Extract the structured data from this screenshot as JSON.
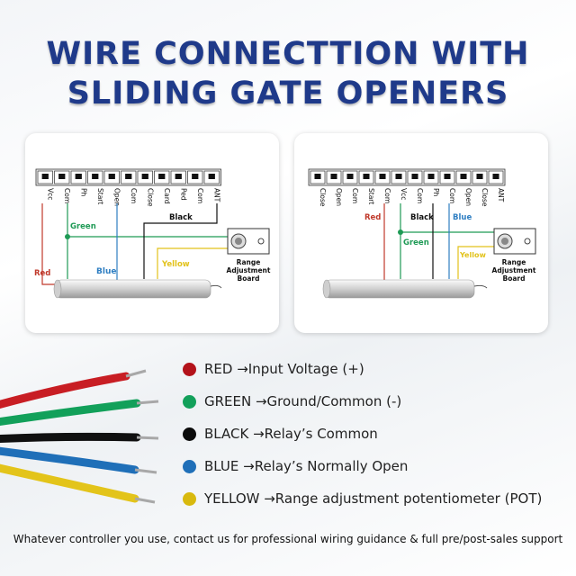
{
  "title": {
    "line1": "WIRE CONNECTTION WITH",
    "line2": "SLIDING GATE OPENERS"
  },
  "colors": {
    "red": "#c0392b",
    "green": "#1e9a55",
    "black": "#111111",
    "blue": "#2e7ec2",
    "yellow": "#e2c21a",
    "title": "#1f3a8a"
  },
  "left_diagram": {
    "terminals": [
      "Vcc",
      "Com",
      "Ph",
      "Start",
      "Open",
      "Com",
      "Close",
      "Card",
      "Ped",
      "Com",
      "ANT"
    ],
    "wire_labels": {
      "red": "Red",
      "green": "Green",
      "blue": "Blue",
      "yellow": "Yellow",
      "black": "Black"
    },
    "board_label": [
      "Range",
      "Adjustment",
      "Board"
    ]
  },
  "right_diagram": {
    "terminals": [
      "Close",
      "Open",
      "Com",
      "Start",
      "Com",
      "Vcc",
      "Com",
      "Ph",
      "Com",
      "Open",
      "Close",
      "ANT"
    ],
    "wire_labels": {
      "red": "Red",
      "green": "Green",
      "blue": "Blue",
      "yellow": "Yellow",
      "black": "Black"
    },
    "board_label": [
      "Range",
      "Adjustment",
      "Board"
    ]
  },
  "legend": [
    {
      "text": "RED →Input Voltage (+)",
      "color": "#b3121a"
    },
    {
      "text": "GREEN →Ground/Common (-)",
      "color": "#12a05a"
    },
    {
      "text": "BLACK →Relay’s Common",
      "color": "#0b0b0b"
    },
    {
      "text": "BLUE →Relay’s Normally Open",
      "color": "#1f6fb8"
    },
    {
      "text": "YELLOW →Range adjustment potentiometer (POT)",
      "color": "#d8b90e"
    }
  ],
  "footer": "Whatever controller you use, contact us for professional wiring guidance & full pre/post-sales support"
}
